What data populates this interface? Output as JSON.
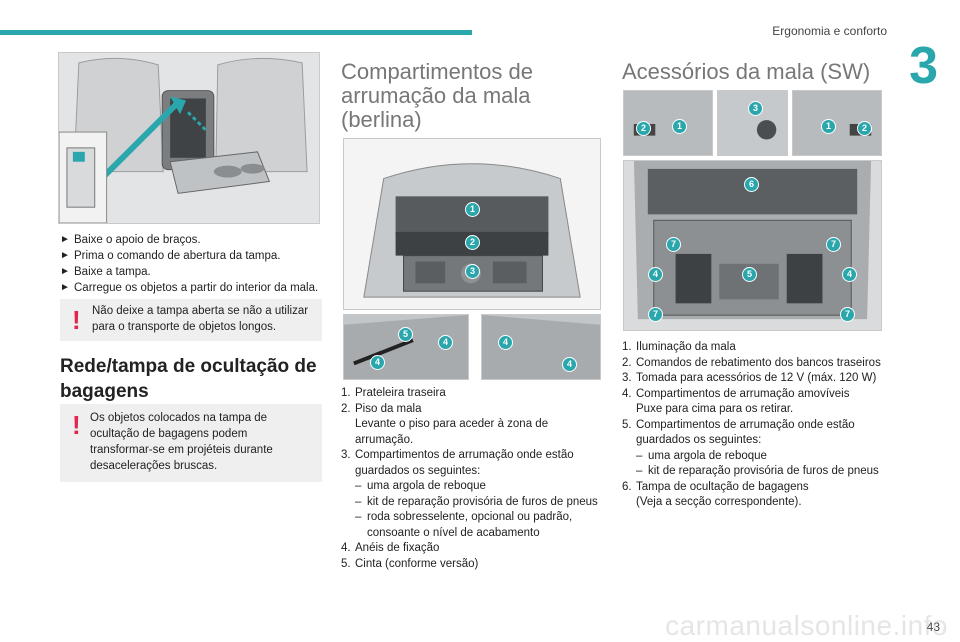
{
  "header": {
    "title": "Ergonomia e conforto",
    "chapter": "3",
    "page": "43"
  },
  "watermark": "carmanualsonline.info",
  "left": {
    "bullets": [
      "Baixe o apoio de braços.",
      "Prima o comando de abertura da tampa.",
      "Baixe a tampa.",
      "Carregue os objetos a partir do interior da mala."
    ],
    "bullet_glyph": "►",
    "warn1": "Não deixe a tampa aberta se não a utilizar para o transporte de objetos longos.",
    "section_title": "Rede/tampa de ocultação de bagagens",
    "warn2": "Os objetos colocados na tampa de ocultação de bagagens podem transformar-se em projéteis durante desacelerações bruscas.",
    "warn_glyph": "!"
  },
  "middle": {
    "title": "Compartimentos de arrumação da mala (berlina)",
    "items": [
      {
        "n": "1.",
        "text": "Prateleira traseira"
      },
      {
        "n": "2.",
        "text": "Piso da mala",
        "sub": "Levante o piso para aceder à zona de arrumação."
      },
      {
        "n": "3.",
        "text": "Compartimentos de arrumação onde estão guardados os seguintes:",
        "dashes": [
          "uma argola de reboque",
          "kit de reparação provisória de furos de pneus",
          "roda sobresselente, opcional ou padrão, consoante o nível de acabamento"
        ]
      },
      {
        "n": "4.",
        "text": "Anéis de fixação"
      },
      {
        "n": "5.",
        "text": "Cinta (conforme versão)"
      }
    ]
  },
  "right": {
    "title": "Acessórios da mala (SW)",
    "items": [
      {
        "n": "1.",
        "text": "Iluminação da mala"
      },
      {
        "n": "2.",
        "text": "Comandos de rebatimento dos bancos traseiros"
      },
      {
        "n": "3.",
        "text": "Tomada para acessórios de 12 V (máx. 120 W)"
      },
      {
        "n": "4.",
        "text": "Compartimentos de arrumação amovíveis",
        "sub": "Puxe para cima para os retirar."
      },
      {
        "n": "5.",
        "text": "Compartimentos de arrumação onde estão guardados os seguintes:",
        "dashes": [
          "uma argola de reboque",
          "kit de reparação provisória de furos de pneus"
        ]
      },
      {
        "n": "6.",
        "text": "Tampa de ocultação de bagagens",
        "sub": "(Veja a secção correspondente)."
      }
    ]
  },
  "callouts": {
    "sedan": [
      "1",
      "2",
      "3"
    ],
    "sedan_left": [
      "5",
      "4",
      "4"
    ],
    "sedan_right": [
      "4",
      "4"
    ],
    "sw_top": [
      "2",
      "1",
      "3",
      "1",
      "2"
    ],
    "sw_main": [
      "6",
      "7",
      "7",
      "4",
      "5",
      "4",
      "7",
      "7"
    ]
  },
  "colors": {
    "accent": "#2aa6ad",
    "warning": "#e2254e",
    "panel": "#efefef"
  }
}
